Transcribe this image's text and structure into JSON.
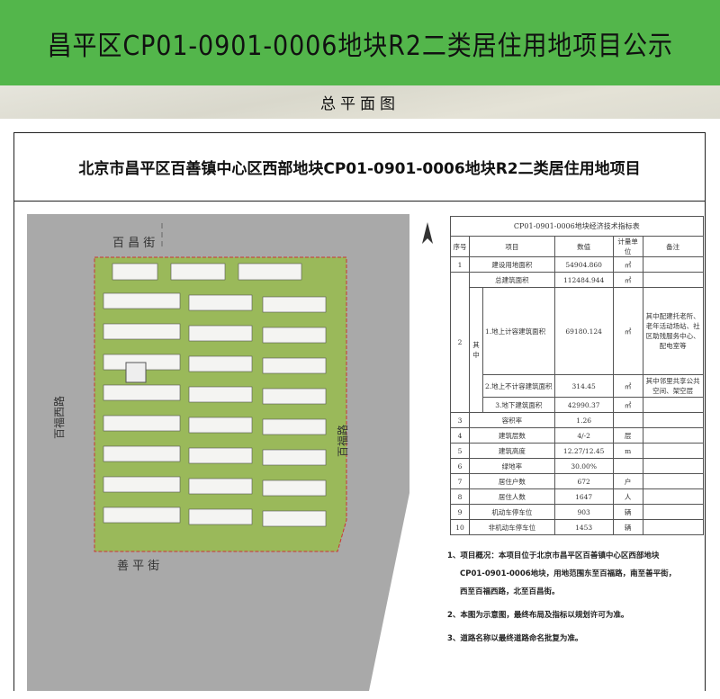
{
  "header": {
    "title": "昌平区CP01-0901-0006地块R2二类居住用地项目公示"
  },
  "section": {
    "title": "总平面图"
  },
  "plan": {
    "title": "北京市昌平区百善镇中心区西部地块CP01-0901-0006地块R2二类居住用地项目"
  },
  "map": {
    "streets": {
      "north": "百 昌 街",
      "south": "善 平 街",
      "west": "百福西路",
      "east": "百福路"
    }
  },
  "table": {
    "title": "CP01-0901-0006地块经济技术指标表",
    "headers": [
      "序号",
      "项目",
      "数值",
      "计量单位",
      "备注"
    ],
    "qizhong": "其中",
    "rows": [
      {
        "no": "1",
        "item": "建设用地面积",
        "value": "54904.860",
        "unit": "㎡",
        "note": ""
      },
      {
        "no": "2",
        "item": "总建筑面积",
        "value": "112484.944",
        "unit": "㎡",
        "note": ""
      },
      {
        "no": "",
        "item": "1.地上计容建筑面积",
        "value": "69180.124",
        "unit": "㎡",
        "note": "其中配建托老所、老年活动场站、社区助残服务中心、配电室等"
      },
      {
        "no": "",
        "item": "2.地上不计容建筑面积",
        "value": "314.45",
        "unit": "㎡",
        "note": "其中邻里共享公共空间、架空层"
      },
      {
        "no": "",
        "item": "3.地下建筑面积",
        "value": "42990.37",
        "unit": "㎡",
        "note": ""
      },
      {
        "no": "3",
        "item": "容积率",
        "value": "1.26",
        "unit": "",
        "note": ""
      },
      {
        "no": "4",
        "item": "建筑层数",
        "value": "4/-2",
        "unit": "层",
        "note": ""
      },
      {
        "no": "5",
        "item": "建筑高度",
        "value": "12.27/12.45",
        "unit": "m",
        "note": ""
      },
      {
        "no": "6",
        "item": "绿地率",
        "value": "30.00%",
        "unit": "",
        "note": ""
      },
      {
        "no": "7",
        "item": "居住户数",
        "value": "672",
        "unit": "户",
        "note": ""
      },
      {
        "no": "8",
        "item": "居住人数",
        "value": "1647",
        "unit": "人",
        "note": ""
      },
      {
        "no": "9",
        "item": "机动车停车位",
        "value": "903",
        "unit": "辆",
        "note": ""
      },
      {
        "no": "10",
        "item": "非机动车停车位",
        "value": "1453",
        "unit": "辆",
        "note": ""
      }
    ]
  },
  "notes": {
    "n1a": "1、项目概况：本项目位于北京市昌平区百善镇中心区西部地块",
    "n1b": "CP01-0901-0006地块，用地范围东至百福路，南至善平街，",
    "n1c": "西至百福西路，北至百昌街。",
    "n2": "2、本图为示意图，最终布局及指标以规划许可为准。",
    "n3": "3、道路名称以最终道路命名批复为准。"
  }
}
